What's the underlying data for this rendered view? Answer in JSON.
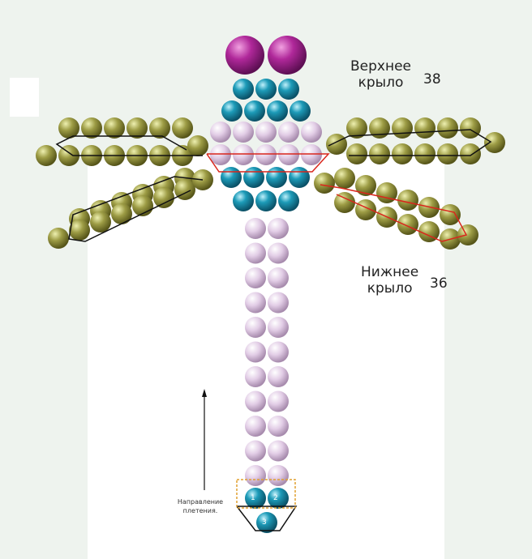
{
  "labels": {
    "upper_wing": {
      "line1": "Верхнее",
      "line2": "крыло",
      "count": "38"
    },
    "lower_wing": {
      "line1": "Нижнее",
      "line2": "крыло",
      "count": "36"
    },
    "direction": {
      "line1": "Направление",
      "line2": "плетения."
    },
    "bead_numbers": [
      "1",
      "2",
      "3"
    ]
  },
  "colors": {
    "eyes": "#b0289a",
    "teal": "#1d9bb8",
    "pink": "#e2cde6",
    "olive": "#9d9c45",
    "thread_black": "#111111",
    "thread_red": "#d9261c"
  }
}
